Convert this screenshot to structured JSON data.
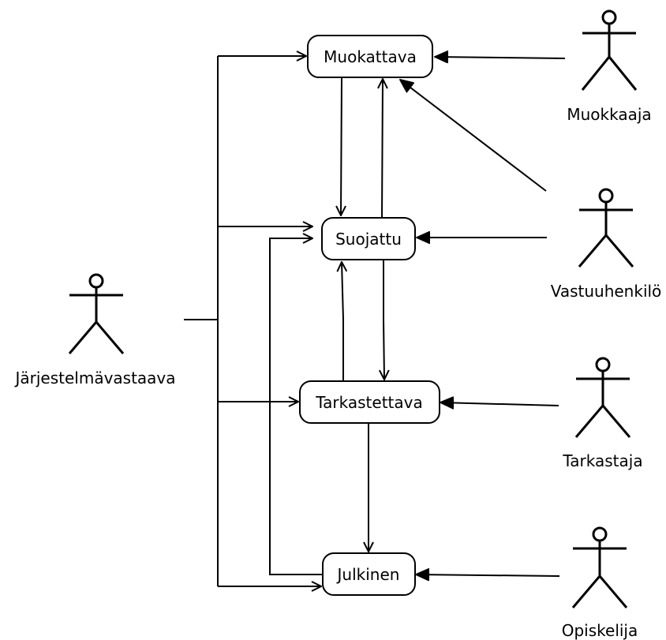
{
  "states": [
    {
      "id": "muokattava",
      "label": "Muokattava"
    },
    {
      "id": "suojattu",
      "label": "Suojattu"
    },
    {
      "id": "tarkastettava",
      "label": "Tarkastettava"
    },
    {
      "id": "julkinen",
      "label": "Julkinen"
    }
  ],
  "actors": [
    {
      "id": "muokkaaja",
      "label": "Muokkaaja"
    },
    {
      "id": "vastuuhenkilo",
      "label": "Vastuuhenkilö"
    },
    {
      "id": "tarkastaja",
      "label": "Tarkastaja"
    },
    {
      "id": "opiskelija",
      "label": "Opiskelija"
    },
    {
      "id": "jarjestelmavastaava",
      "label": "Järjestelmävastaava"
    }
  ],
  "transitions": [
    {
      "from": "muokattava",
      "to": "suojattu"
    },
    {
      "from": "suojattu",
      "to": "muokattava"
    },
    {
      "from": "suojattu",
      "to": "tarkastettava"
    },
    {
      "from": "tarkastettava",
      "to": "suojattu"
    },
    {
      "from": "tarkastettava",
      "to": "julkinen"
    },
    {
      "from": "julkinen",
      "to": "suojattu"
    }
  ],
  "actor_access": [
    {
      "actor": "muokkaaja",
      "states": [
        "muokattava"
      ]
    },
    {
      "actor": "vastuuhenkilo",
      "states": [
        "muokattava",
        "suojattu"
      ]
    },
    {
      "actor": "tarkastaja",
      "states": [
        "tarkastettava"
      ]
    },
    {
      "actor": "opiskelija",
      "states": [
        "julkinen"
      ]
    },
    {
      "actor": "jarjestelmavastaava",
      "states": [
        "muokattava",
        "suojattu",
        "tarkastettava",
        "julkinen"
      ]
    }
  ],
  "colors": {
    "stroke": "#000000",
    "fill": "#ffffff"
  }
}
